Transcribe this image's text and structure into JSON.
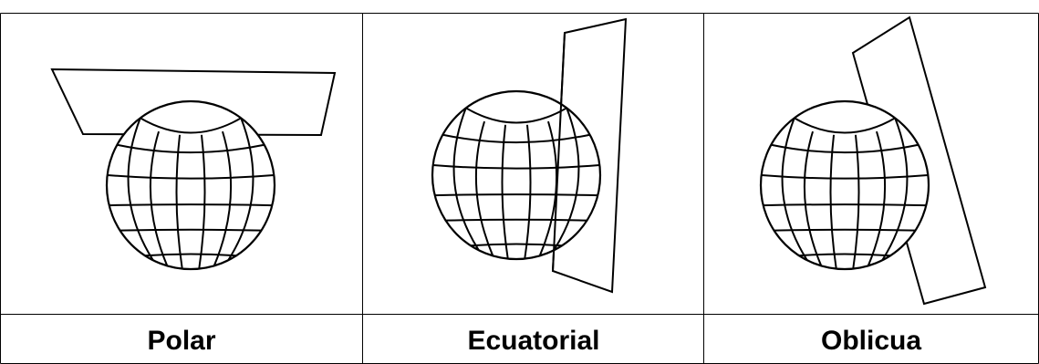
{
  "captions": {
    "polar": "Polar",
    "ecuatorial": "Ecuatorial",
    "oblicua": "Oblicua"
  },
  "colors": {
    "line": "#000000",
    "background": "#ffffff"
  }
}
